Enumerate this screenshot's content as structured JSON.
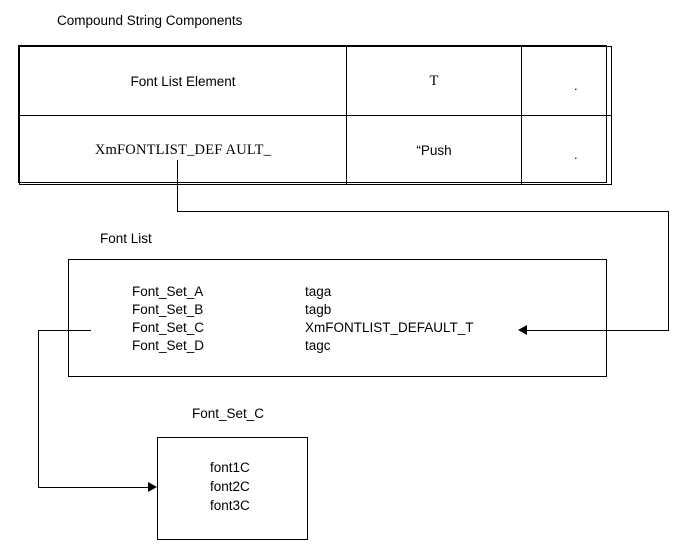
{
  "diagram": {
    "title": "Compound String Components",
    "captions": {
      "compound": "Compound String Components",
      "font_list": "Font List",
      "font_set_c": "Font_Set_C"
    }
  },
  "compound_table": {
    "rows": [
      {
        "element": "Font List Element",
        "tag": "T",
        "mark": "."
      },
      {
        "element": "XmFONTLIST_DEF AULT_",
        "tag": "“Push",
        "mark": "."
      }
    ]
  },
  "font_list": {
    "caption": "Font List",
    "entries": [
      {
        "name": "Font_Set_A",
        "tag": "taga"
      },
      {
        "name": "Font_Set_B",
        "tag": "tagb"
      },
      {
        "name": "Font_Set_C",
        "tag": "XmFONTLIST_DEFAULT_T"
      },
      {
        "name": "Font_Set_D",
        "tag": "tagc"
      }
    ]
  },
  "font_set_c": {
    "caption": "Font_Set_C",
    "fonts": [
      "font1C",
      "font2C",
      "font3C"
    ]
  },
  "colors": {
    "stroke": "#000000",
    "background": "#ffffff"
  }
}
